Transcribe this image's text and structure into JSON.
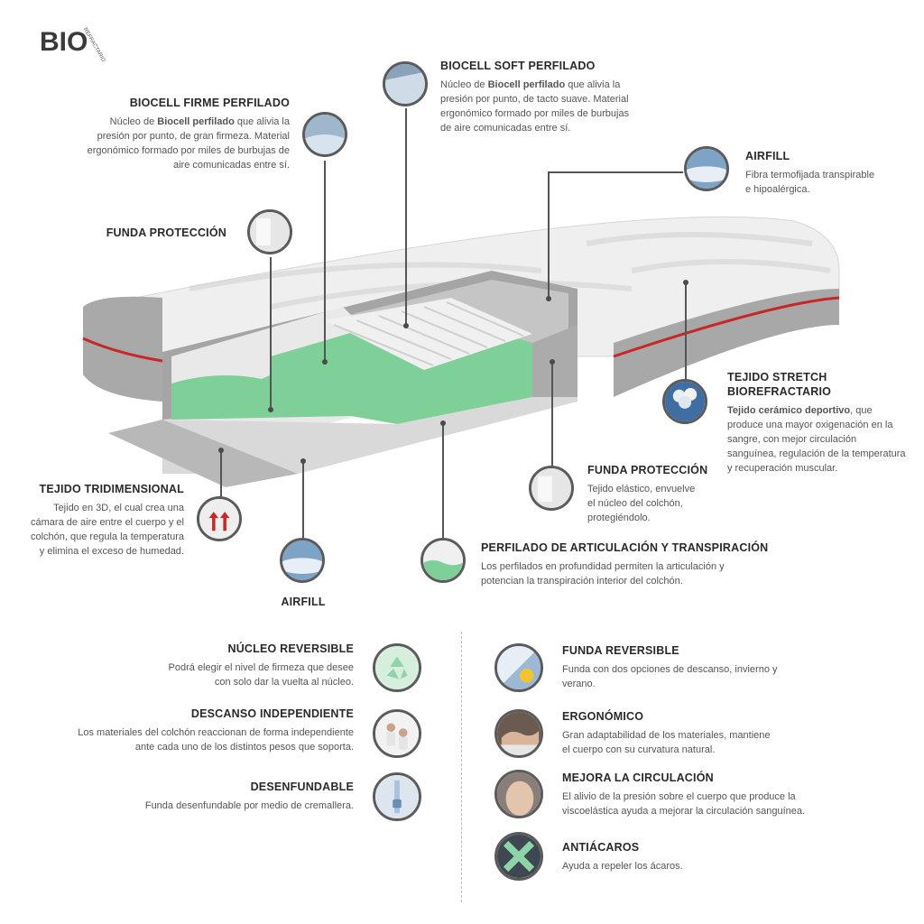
{
  "logo": {
    "text": "BIO",
    "sub": "REFRACTARIO"
  },
  "callouts": {
    "biocell_firme": {
      "title": "BIOCELL FIRME PERFILADO",
      "pre": "Núcleo de ",
      "bold": "Biocell perfilado",
      "post": " que alivia la presión por punto, de gran firmeza. Material ergonómico formado por miles de burbujas de aire comunicadas entre sí."
    },
    "biocell_soft": {
      "title": "BIOCELL SOFT PERFILADO",
      "pre": "Núcleo de ",
      "bold": "Biocell perfilado",
      "post": " que alivia la presión por punto, de tacto suave. Material ergonómico formado por miles de burbujas de aire comunicadas entre sí."
    },
    "airfill_top": {
      "title": "AIRFILL",
      "text": "Fibra termofijada transpirable e hipoalérgica."
    },
    "funda_left": {
      "title": "FUNDA PROTECCIÓN"
    },
    "tejido_stretch": {
      "title1": "TEJIDO STRETCH",
      "title2": "BIOREFRACTARIO",
      "bold": "Tejido cerámico deportivo",
      "post": ", que produce una mayor oxigenación en la sangre, con mejor circulación sanguínea, regulación de la temperatura y recuperación muscular."
    },
    "funda_right": {
      "title": "FUNDA PROTECCIÓN",
      "text": "Tejido elástico, envuelve el núcleo del colchón, protegiéndolo."
    },
    "tejido_tri": {
      "title": "TEJIDO TRIDIMENSIONAL",
      "text": "Tejido en 3D, el cual crea una cámara de aire entre el cuerpo y el colchón, que regula la temperatura y elimina el exceso de humedad."
    },
    "airfill_bottom": {
      "title": "AIRFILL"
    },
    "perfilado": {
      "title": "PERFILADO DE ARTICULACIÓN Y TRANSPIRACIÓN",
      "text": "Los perfilados en profundidad permiten la articulación y potencian la transpiración interior del colchón."
    }
  },
  "features": {
    "nucleo": {
      "title": "NÚCLEO REVERSIBLE",
      "text": "Podrá elegir el nivel de firmeza que desee con solo dar la vuelta al núcleo."
    },
    "descanso": {
      "title": "DESCANSO INDEPENDIENTE",
      "text": "Los materiales del colchón reaccionan de forma independiente ante cada uno de los distintos pesos que soporta."
    },
    "desenfundable": {
      "title": "DESENFUNDABLE",
      "text": "Funda desenfundable por medio de cremallera."
    },
    "funda_rev": {
      "title": "FUNDA REVERSIBLE",
      "text": "Funda con dos opciones de descanso, invierno y verano."
    },
    "ergonomico": {
      "title": "ERGONÓMICO",
      "text": "Gran adaptabilidad de los materiales, mantiene el cuerpo con su curvatura natural."
    },
    "circulacion": {
      "title": "MEJORA LA CIRCULACIÓN",
      "text": "El alivio de la presión sobre el cuerpo que produce la viscoelástica ayuda a mejorar la circulación sanguínea."
    },
    "antiacaros": {
      "title": "ANTIÁCAROS",
      "text": "Ayuda a repeler los ácaros."
    }
  },
  "colors": {
    "foam_green": "#7fcf98",
    "trim_red": "#c62828",
    "cover": "#ececec",
    "side": "#9e9e9e"
  }
}
